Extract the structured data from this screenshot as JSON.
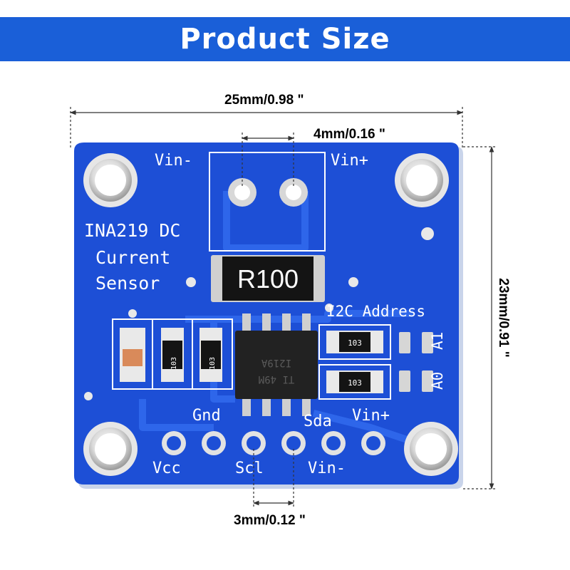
{
  "banner": {
    "title": "Product Size"
  },
  "dimensions": {
    "width": "25mm/0.98 \"",
    "terminal_spacing": "4mm/0.16 \"",
    "height": "23mm/0.91 \"",
    "pin_spacing": "3mm/0.12 \""
  },
  "board": {
    "vin_minus_top": "Vin-",
    "vin_plus_top": "Vin+",
    "title_line1": "INA219 DC",
    "title_line2": "Current",
    "title_line3": "Sensor",
    "shunt": "R100",
    "i2c_address": "I2C Address",
    "a1": "A1",
    "a0": "A0",
    "res_code_1": "103",
    "res_code_2": "103",
    "res_code_3": "103",
    "res_code_4": "103",
    "pin_gnd": "Gnd",
    "pin_sda": "Sda",
    "pin_vin_plus": "Vin+",
    "pin_vcc": "Vcc",
    "pin_scl": "Scl",
    "pin_vin_minus": "Vin-",
    "colors": {
      "board": "#1d4fd6",
      "board_dark": "#0f36b8",
      "trace": "#2d64e8",
      "banner": "#1a5fd8"
    }
  }
}
